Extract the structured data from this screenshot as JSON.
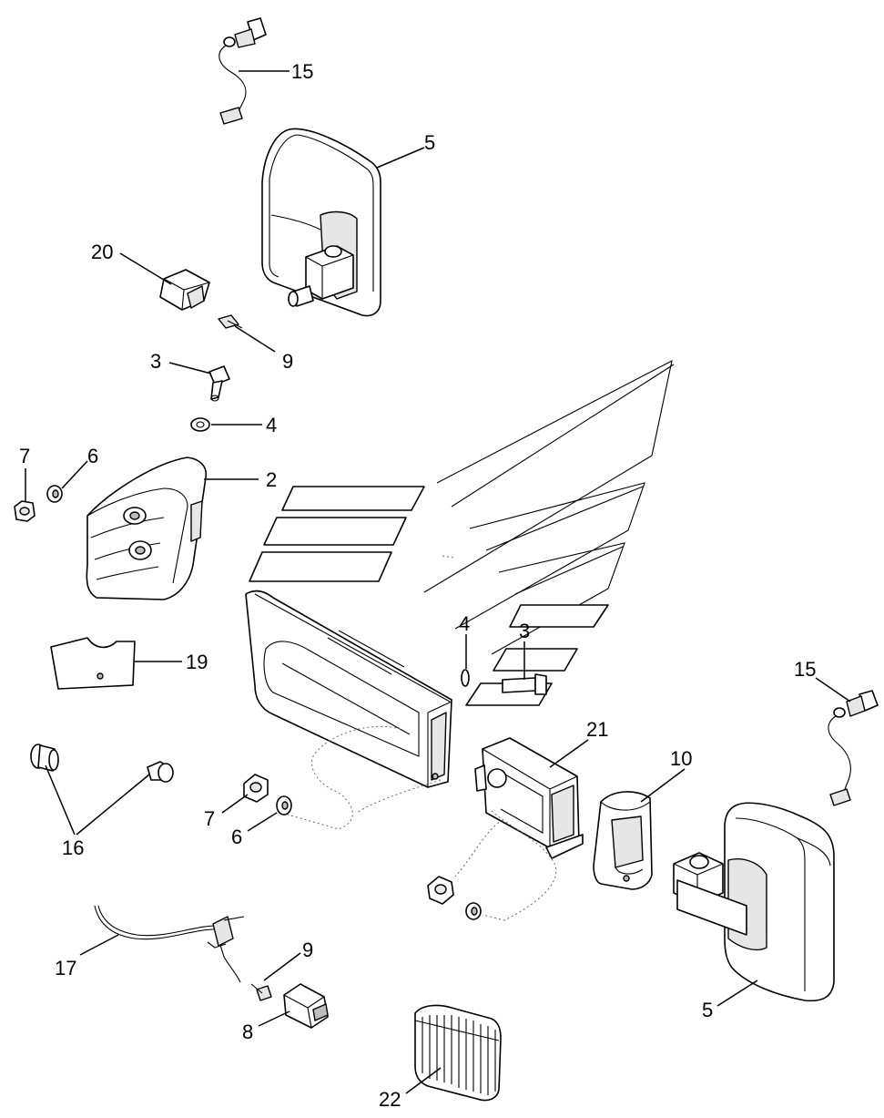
{
  "callouts": {
    "c15_top": "15",
    "c5_top": "5",
    "c20": "20",
    "c9_top": "9",
    "c3_left": "3",
    "c4_left": "4",
    "c7_left": "7",
    "c6_left": "6",
    "c2": "2",
    "c19": "19",
    "c4_mid": "4",
    "c3_mid": "3",
    "c21": "21",
    "c10": "10",
    "c15_right": "15",
    "c16": "16",
    "c7_bottom": "7",
    "c6_bottom": "6",
    "c17": "17",
    "c9_bottom": "9",
    "c8": "8",
    "c5_bottom": "5",
    "c22": "22"
  }
}
